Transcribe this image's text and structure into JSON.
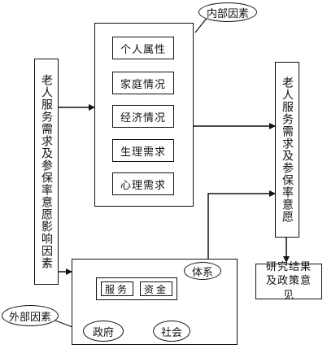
{
  "internal_factors_label": "内部因素",
  "left_title": "老人服务需求及参保率意愿影响因素",
  "right_title": "老人服务需求及参保率意愿",
  "internal_items": [
    "个人属性",
    "家庭情况",
    "经济情况",
    "生理需求",
    "心理需求"
  ],
  "external_factors_label": "外部因素",
  "system_label": "体系",
  "service_label": "服务",
  "fund_label": "资金",
  "government_label": "政府",
  "society_label": "社会",
  "result_label": "研究结果及政策意见"
}
